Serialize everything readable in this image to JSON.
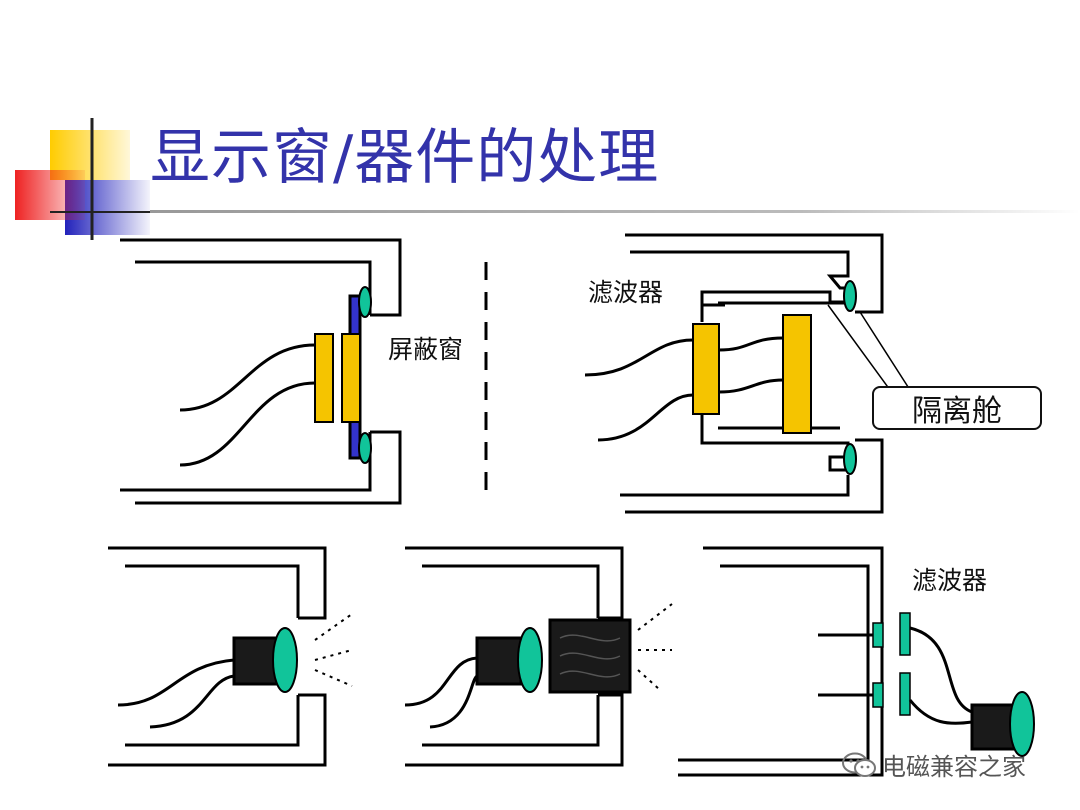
{
  "slide": {
    "title": "显示窗/器件的处理",
    "accent_colors": {
      "yellow": "#ffcc00",
      "red": "#ee3333",
      "blue": "#2222bb",
      "title": "#3333aa"
    }
  },
  "diagrams": {
    "shield_window_label": "屏蔽窗",
    "filter_label_top": "滤波器",
    "isolation_chamber_label": "隔离舱",
    "filter_label_bottom": "滤波器"
  },
  "component_colors": {
    "filter_board": "#f5c400",
    "gasket": "#11c49a",
    "shield_window": "#3333cc",
    "device": "#1a1a1a"
  },
  "watermark": {
    "text": "电磁兼容之家",
    "icon": "wechat-icon"
  }
}
